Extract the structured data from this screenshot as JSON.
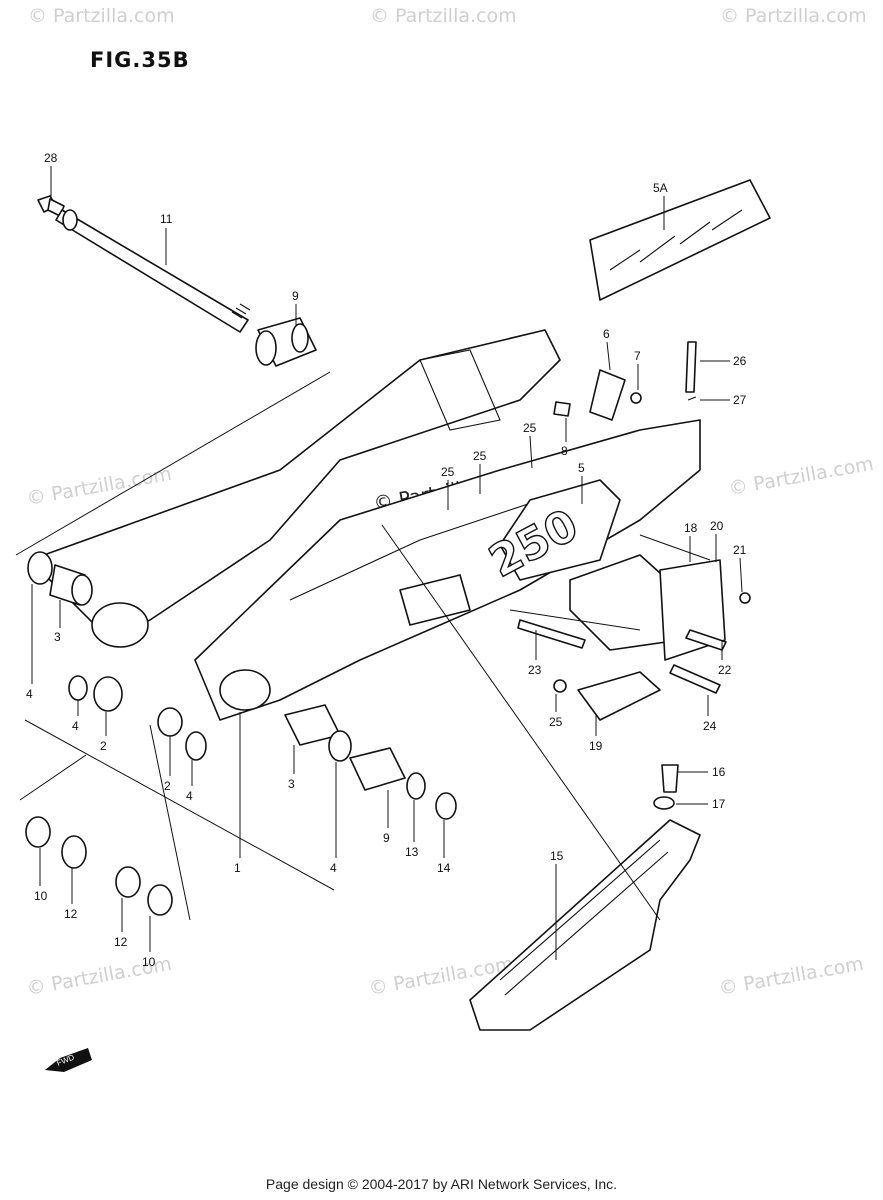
{
  "figure": {
    "title": "FIG.35B"
  },
  "watermarks": {
    "brand": "© Partzilla.com",
    "center_site": "Partzilla.com"
  },
  "decal": {
    "main": "250"
  },
  "fwd_label": "FWD",
  "footer": "Page design © 2004-2017 by ARI Network Services, Inc.",
  "callouts": [
    "28",
    "11",
    "9",
    "5A",
    "6",
    "7",
    "26",
    "27",
    "8",
    "25",
    "25",
    "25",
    "5",
    "18",
    "20",
    "21",
    "22",
    "23",
    "24",
    "25",
    "19",
    "3",
    "4",
    "4",
    "2",
    "2",
    "4",
    "3",
    "9",
    "13",
    "14",
    "1",
    "4",
    "10",
    "12",
    "12",
    "10",
    "15",
    "16",
    "17"
  ]
}
